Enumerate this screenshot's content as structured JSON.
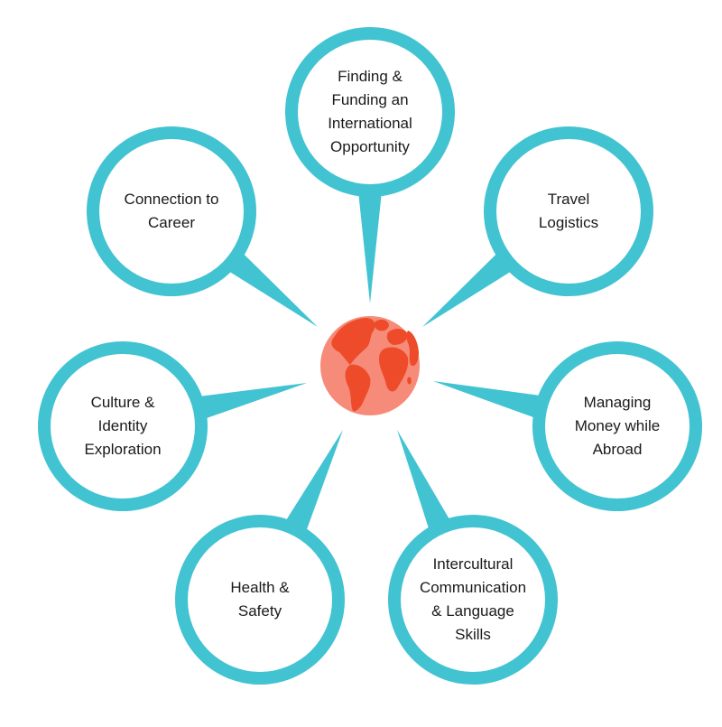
{
  "colors": {
    "ring": "#42c3d2",
    "globe_ocean": "#f58b78",
    "globe_land": "#ee4b2b",
    "text": "#1a1a1a"
  },
  "center": {
    "icon": "globe-icon"
  },
  "topics": [
    {
      "id": "finding-funding",
      "label": "Finding &\nFunding an\nInternational\nOpportunity"
    },
    {
      "id": "travel-logistics",
      "label": "Travel\nLogistics"
    },
    {
      "id": "managing-money",
      "label": "Managing\nMoney while\nAbroad"
    },
    {
      "id": "intercultural-communication",
      "label": "Intercultural\nCommunication\n& Language\nSkills"
    },
    {
      "id": "health-safety",
      "label": "Health &\nSafety"
    },
    {
      "id": "culture-identity",
      "label": "Culture &\nIdentity\nExploration"
    },
    {
      "id": "connection-career",
      "label": "Connection to\nCareer"
    }
  ]
}
